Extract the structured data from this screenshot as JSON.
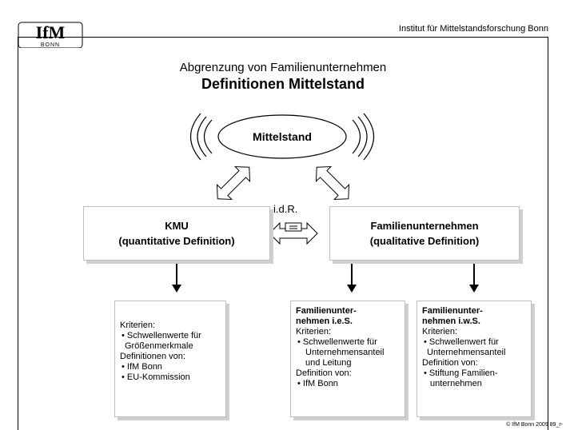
{
  "header": {
    "logo_top": "IfM",
    "logo_bottom": "BONN",
    "institute": "Institut für Mittelstandsforschung Bonn"
  },
  "slide": {
    "subtitle": "Abgrenzung von Familienunternehmen",
    "title": "Definitionen Mittelstand"
  },
  "center": {
    "label": "Mittelstand"
  },
  "connector": {
    "label": "i.d.R."
  },
  "boxes": {
    "kmu": {
      "line1": "KMU",
      "line2": "(quantitative Definition)"
    },
    "familie": {
      "line1": "Familienunternehmen",
      "line2": "(qualitative Definition)"
    }
  },
  "sub": {
    "kmu": {
      "l1": "Kriterien:",
      "l2": "• Schwellenwerte für",
      "l3": "Größenmerkmale",
      "l4": "Definitionen von:",
      "l5": "• IfM Bonn",
      "l6": "• EU-Kommission"
    },
    "ies": {
      "h1": "Familienunter-",
      "h2": "nehmen i.e.S.",
      "l1": "Kriterien:",
      "l2": "• Schwellenwerte für",
      "l3": "Unternehmensanteil",
      "l4": "und Leitung",
      "l5": "Definition von:",
      "l6": "• IfM Bonn"
    },
    "iws": {
      "h1": "Familienunter-",
      "h2": "nehmen i.w.S.",
      "l1": "Kriterien:",
      "l2": "• Schwellenwert für",
      "l3": "Unternehmensanteil",
      "l4": "Definition von:",
      "l5": "• Stiftung Familien-",
      "l6": "unternehmen"
    }
  },
  "footer": {
    "copyright": "© IfM Bonn 2009  89_r-"
  }
}
